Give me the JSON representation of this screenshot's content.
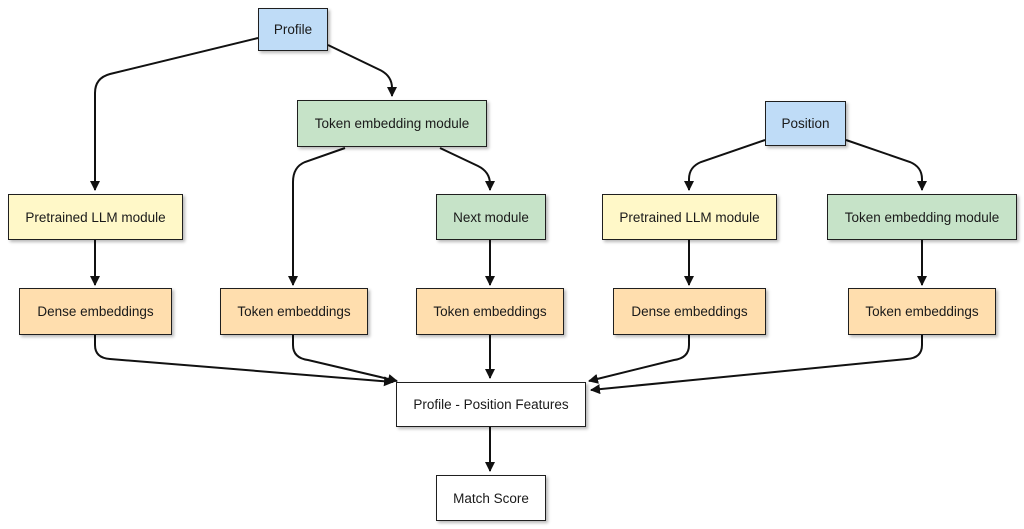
{
  "nodes": {
    "profile": "Profile",
    "position": "Position",
    "token_module_left": "Token embedding module",
    "token_module_right": "Token embedding module",
    "llm_left": "Pretrained LLM module",
    "llm_right": "Pretrained LLM module",
    "next_module": "Next module",
    "dense_left": "Dense embeddings",
    "dense_right": "Dense embeddings",
    "token_emb_1": "Token embeddings",
    "token_emb_2": "Token embeddings",
    "token_emb_3": "Token embeddings",
    "features": "Profile - Position Features",
    "match_score": "Match Score"
  },
  "colors": {
    "input": "#bfdcf7",
    "token_module": "#c6e3c8",
    "llm_module": "#fff8c8",
    "embeddings": "#ffdeae",
    "output": "#ffffff",
    "stroke": "#1f1f1f"
  }
}
